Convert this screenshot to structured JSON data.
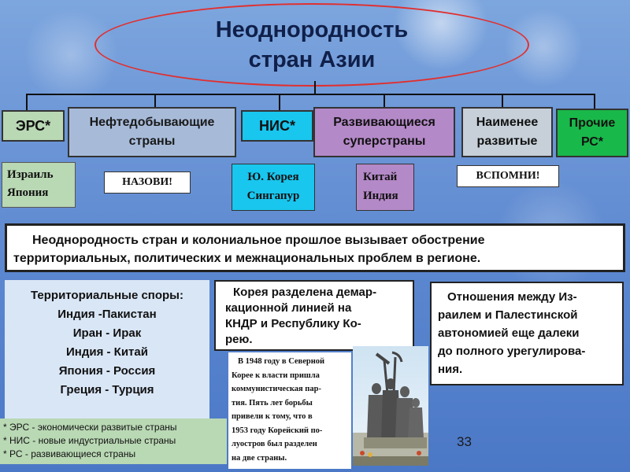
{
  "title": {
    "line1": "Неоднородность",
    "line2": "стран Азии"
  },
  "categories": {
    "ers": "ЭРС*",
    "oil_1": "Нефтедобывающие",
    "oil_2": "страны",
    "nis": "НИС*",
    "developing_1": "Развивающиеся",
    "developing_2": "суперстраны",
    "least_1": "Наименее",
    "least_2": "развитые",
    "other_1": "Прочие",
    "other_2": "РС*"
  },
  "examples": {
    "ers_1": "Израиль",
    "ers_2": "Япония",
    "oil": "НАЗОВИ!",
    "nis_1": "Ю. Корея",
    "nis_2": "Сингапур",
    "developing_1": "Китай",
    "developing_2": "Индия",
    "least": "ВСПОМНИ!"
  },
  "statement": {
    "line1": "Неоднородность стран  и колониальное прошлое вызывает обострение",
    "line2": "территориальных, политических и межнациональных проблем в регионе."
  },
  "disputes": {
    "heading": "Территориальные споры:",
    "items": [
      "Индия -Пакистан",
      "Иран - Ирак",
      "Индия - Китай",
      "Япония - Россия",
      "Греция - Турция"
    ]
  },
  "korea": {
    "lines": [
      "Корея разделена демар-",
      "кационной линией на",
      "КНДР и Республику Ко-",
      "рею."
    ]
  },
  "israel": {
    "lines": [
      "Отношения между Из-",
      "раилем и Палестинской",
      "автономией еще далеки",
      "до полного урегулирова-",
      "ния."
    ]
  },
  "history": {
    "lines": [
      "В 1948 году в Северной",
      "Корее к власти пришла",
      "коммунистическая пар-",
      "тия. Пять лет борьбы",
      "привели к тому, что в",
      "1953 году Корейский по-",
      "луостров был разделен",
      "на две страны."
    ]
  },
  "footnotes": {
    "ers": "* ЭРС - экономически развитые страны",
    "nis": "* НИС - новые индустриальные страны",
    "rs": "* РС - развивающиеся страны"
  },
  "slide_number": "33",
  "colors": {
    "ers": "#b9d8b4",
    "oil": "#a7bbd9",
    "nis": "#19c6ee",
    "developing": "#b489c8",
    "least": "#c7d0d9",
    "other": "#19b84a",
    "outline": "#e03030"
  }
}
